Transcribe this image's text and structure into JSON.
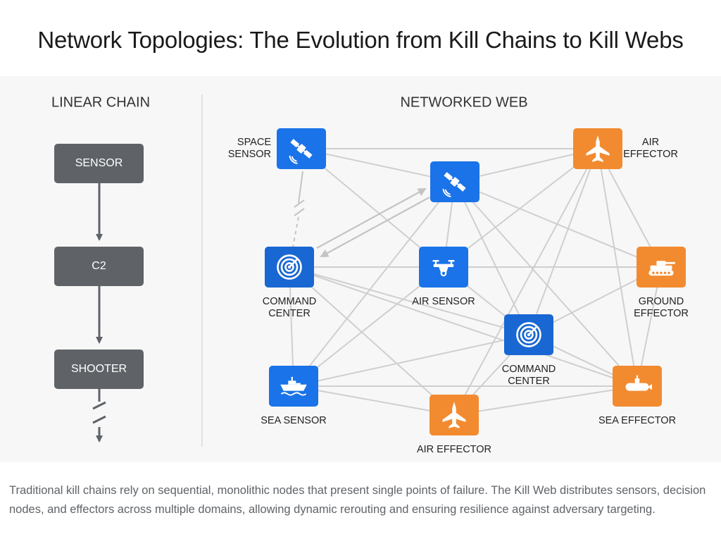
{
  "title": "Network Topologies: The Evolution from Kill Chains to Kill Webs",
  "left_panel": {
    "heading": "LINEAR CHAIN",
    "nodes": [
      {
        "label": "SENSOR"
      },
      {
        "label": "C2"
      },
      {
        "label": "SHOOTER"
      }
    ]
  },
  "right_panel": {
    "heading": "NETWORKED WEB",
    "nodes": [
      {
        "id": "space_sensor",
        "label": [
          "SPACE",
          "SENSOR"
        ],
        "icon": "satellite-icon",
        "color": "#1a73e8"
      },
      {
        "id": "satellite",
        "label": [],
        "icon": "satellite-icon",
        "color": "#1a73e8"
      },
      {
        "id": "air_effector_top",
        "label": [
          "AIR",
          "EFFECTOR"
        ],
        "icon": "jet-icon",
        "color": "#f28b30"
      },
      {
        "id": "command_left",
        "label": [
          "COMMAND",
          "CENTER"
        ],
        "icon": "radar-icon",
        "color": "#1967d2"
      },
      {
        "id": "air_sensor",
        "label": [
          "AIR SENSOR"
        ],
        "icon": "drone-icon",
        "color": "#1a73e8"
      },
      {
        "id": "ground_effector",
        "label": [
          "GROUND",
          "EFFECTOR"
        ],
        "icon": "tank-icon",
        "color": "#f28b30"
      },
      {
        "id": "command_center",
        "label": [
          "COMMAND",
          "CENTER"
        ],
        "icon": "radar-icon",
        "color": "#1967d2"
      },
      {
        "id": "sea_sensor",
        "label": [
          "SEA SENSOR"
        ],
        "icon": "ship-icon",
        "color": "#1a73e8"
      },
      {
        "id": "sea_effector",
        "label": [
          "SEA EFFECTOR"
        ],
        "icon": "submarine-icon",
        "color": "#f28b30"
      },
      {
        "id": "air_effector_bottom",
        "label": [
          "AIR EFFECTOR"
        ],
        "icon": "jet-icon",
        "color": "#f28b30"
      }
    ],
    "edges": [
      [
        "space_sensor",
        "air_effector_top"
      ],
      [
        "space_sensor",
        "satellite"
      ],
      [
        "space_sensor",
        "air_sensor"
      ],
      [
        "satellite",
        "air_effector_top"
      ],
      [
        "satellite",
        "ground_effector"
      ],
      [
        "satellite",
        "air_sensor"
      ],
      [
        "satellite",
        "command_center"
      ],
      [
        "satellite",
        "sea_sensor"
      ],
      [
        "satellite",
        "sea_effector"
      ],
      [
        "air_effector_top",
        "air_sensor"
      ],
      [
        "air_effector_top",
        "ground_effector"
      ],
      [
        "air_effector_top",
        "command_center"
      ],
      [
        "air_effector_top",
        "sea_effector"
      ],
      [
        "air_effector_top",
        "air_effector_bottom"
      ],
      [
        "command_left",
        "ground_effector"
      ],
      [
        "command_left",
        "command_center"
      ],
      [
        "command_left",
        "sea_sensor"
      ],
      [
        "command_left",
        "air_effector_bottom"
      ],
      [
        "command_left",
        "sea_effector"
      ],
      [
        "air_sensor",
        "command_center"
      ],
      [
        "air_sensor",
        "sea_sensor"
      ],
      [
        "ground_effector",
        "command_center"
      ],
      [
        "ground_effector",
        "sea_effector"
      ],
      [
        "command_center",
        "sea_sensor"
      ],
      [
        "command_center",
        "sea_effector"
      ],
      [
        "command_center",
        "air_effector_bottom"
      ],
      [
        "sea_sensor",
        "sea_effector"
      ],
      [
        "sea_sensor",
        "air_effector_bottom"
      ],
      [
        "sea_effector",
        "air_effector_bottom"
      ]
    ]
  },
  "caption": "Traditional kill chains rely on sequential, monolithic nodes that present single points of failure. The Kill Web distributes sensors, decision nodes, and effectors across multiple domains, allowing dynamic rerouting and ensuring resilience against adversary targeting.",
  "colors": {
    "chain_node": "#5f6368",
    "sensor_blue": "#1a73e8",
    "effector_orange": "#f28b30",
    "edge": "#cfcfcf"
  }
}
